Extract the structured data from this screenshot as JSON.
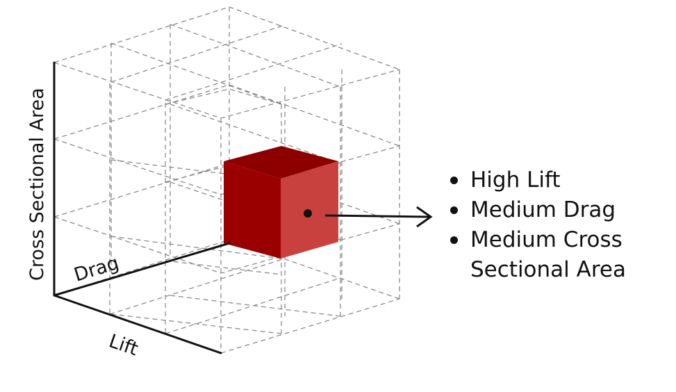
{
  "axes": {
    "lift_label": "Lift",
    "drag_label": "Drag",
    "cross_section_label": "Cross Sectional Area"
  },
  "highlighted_cell": {
    "face_colors": {
      "front": "#9a0000",
      "side": "#c8413f",
      "top": "#8c0000"
    },
    "attributes": [
      "High Lift",
      "Medium Drag",
      "Medium Cross Sectional Area"
    ]
  }
}
